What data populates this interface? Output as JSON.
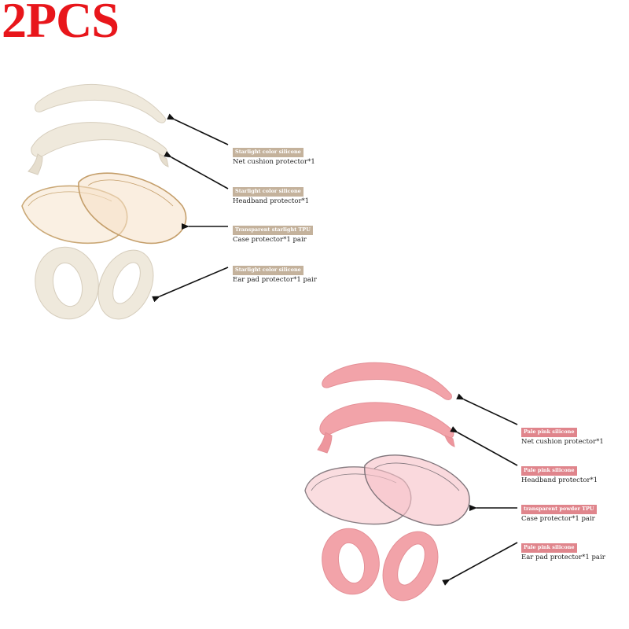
{
  "headline": "2PCS",
  "colors": {
    "headline": "#e8161b",
    "starlight_silicone": "#efe9dc",
    "starlight_tag": "#c4b29c",
    "pink_silicone": "#f2a3a9",
    "pink_tag": "#e0858c"
  },
  "sets": [
    {
      "name": "starlight",
      "callouts": [
        {
          "tag": "Starlight color  silicone",
          "desc": "Net cushion protector*1"
        },
        {
          "tag": "Starlight color  silicone",
          "desc": "Headband protector*1"
        },
        {
          "tag": "Transparent starlight TPU",
          "desc": "Case protector*1 pair"
        },
        {
          "tag": "Starlight color  silicone",
          "desc": "Ear pad protector*1 pair"
        }
      ]
    },
    {
      "name": "pink",
      "callouts": [
        {
          "tag": "Pale pink silicone",
          "desc": "Net cushion protector*1"
        },
        {
          "tag": "Pale pink silicone",
          "desc": "Headband protector*1"
        },
        {
          "tag": "transparent powder TPU",
          "desc": "Case protector*1 pair"
        },
        {
          "tag": "Pale pink silicone",
          "desc": "Ear pad protector*1 pair"
        }
      ]
    }
  ]
}
